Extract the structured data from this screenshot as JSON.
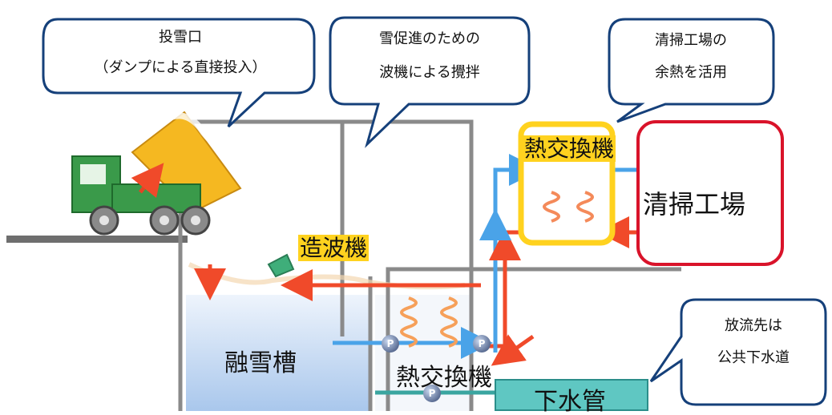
{
  "bubbles": {
    "dump_inlet": {
      "line1": "投雪口",
      "line2": "（ダンプによる直接投入）"
    },
    "wave_mixing": {
      "line1": "雪促進のための",
      "line2": "波機による攪拌"
    },
    "waste_heat": {
      "line1": "清掃工場の",
      "line2": "余熱を活用"
    },
    "discharge": {
      "line1": "放流先は",
      "line2": "公共下水道"
    }
  },
  "labels": {
    "wave_machine": "造波機",
    "heat_exchanger_top": "熱交換機",
    "heat_exchanger_bottom": "熱交換機",
    "cleaning_plant": "清掃工場",
    "melting_tank": "融雪槽",
    "sewer_pipe": "下水管",
    "pump": "P"
  },
  "colors": {
    "hot": "#f04a2a",
    "cold": "#4aa3e8",
    "tank_wall": "#8a8a8a",
    "highlight": "#ffd21f",
    "plant_border": "#d9132a",
    "truck_green": "#3a9a4a",
    "truck_bed": "#f5b821",
    "sewer_fill": "#5fc7c2",
    "water_top": "#e9f1fb",
    "water_bottom": "#a8c6ea"
  }
}
